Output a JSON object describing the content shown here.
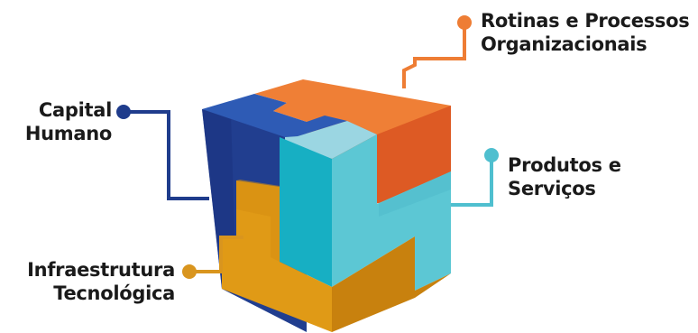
{
  "labels": {
    "rotinas": {
      "line1": "Rotinas e Processos",
      "line2": "Organizacionais",
      "color": "#EE7D34"
    },
    "capital": {
      "line1": "Capital",
      "line2": "Humano",
      "color": "#1F3C8C"
    },
    "produtos": {
      "line1": "Produtos e",
      "line2": "Serviços",
      "color": "#4FBFCF"
    },
    "infra": {
      "line1": "Infraestrutura",
      "line2": "Tecnológica",
      "color": "#D9951E"
    }
  }
}
